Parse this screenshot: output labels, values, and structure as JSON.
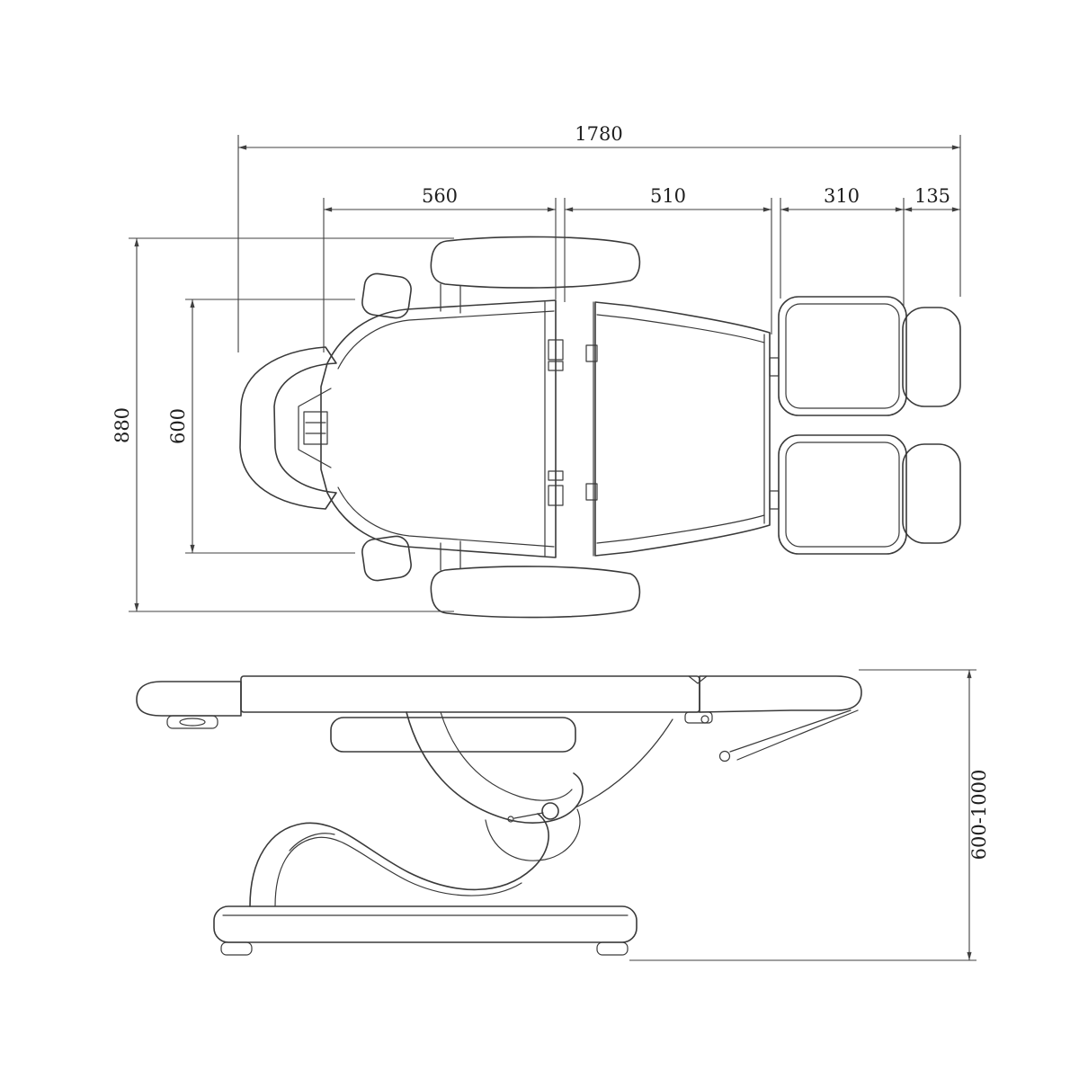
{
  "colors": {
    "line": "#3a3a3a",
    "dim": "#404040",
    "text": "#1f1f1f",
    "background": "#ffffff"
  },
  "views": {
    "top": {
      "dims": {
        "total_length": "1780",
        "backrest_section": "560",
        "seat_section": "510",
        "legrest_section": "310",
        "footrest_section": "135",
        "overall_width": "880",
        "cushion_width": "600"
      }
    },
    "side": {
      "dims": {
        "height_range": "600-1000"
      }
    }
  }
}
